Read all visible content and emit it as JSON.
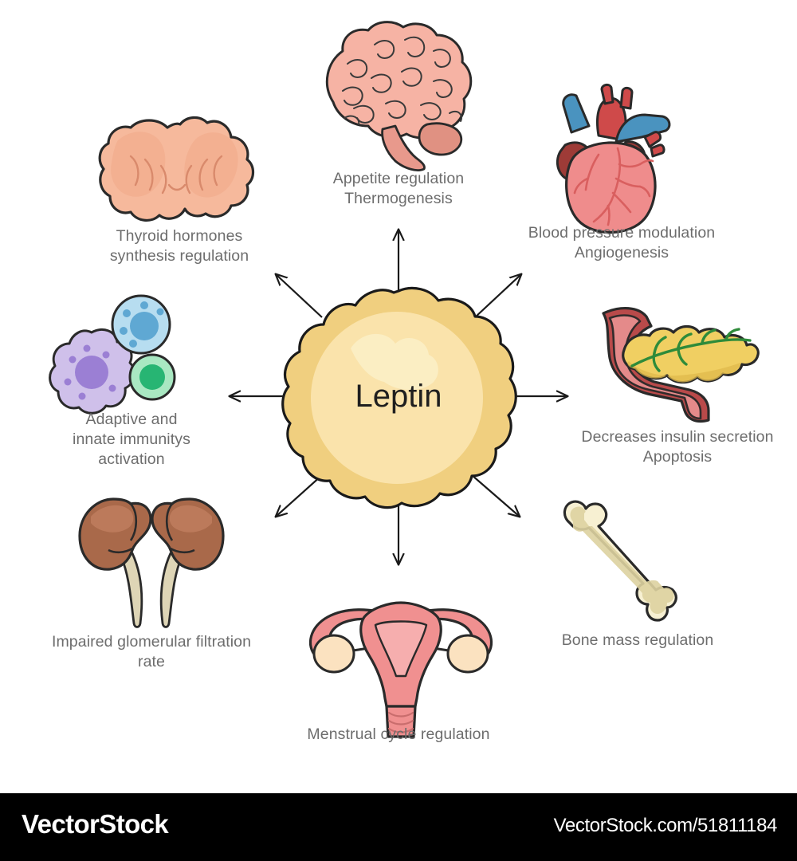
{
  "diagram": {
    "title": "Leptin",
    "center": {
      "label": "Leptin",
      "icon": "adipocyte-fat-cell-icon",
      "fill": "#f5d98a",
      "inner_fill": "#fae3ab",
      "highlight_fill": "#fbeec4",
      "stroke": "#1a1a1a"
    },
    "arrow_color": "#1a1a1a",
    "label_color": "#6d6d6d",
    "background": "#ffffff",
    "nodes": [
      {
        "id": "brain",
        "icon": "brain-icon",
        "direction": "north",
        "label": "Appetite regulation\nThermogenesis",
        "lines": [
          "Appetite regulation",
          "Thermogenesis"
        ],
        "colors": {
          "main": "#f6b3a4",
          "shade": "#e8998c",
          "stroke": "#2a2a2a"
        }
      },
      {
        "id": "heart",
        "icon": "heart-icon",
        "direction": "northeast",
        "label": "Blood pressure modulation\nAngiogenesis",
        "lines": [
          "Blood pressure modulation",
          "Angiogenesis"
        ],
        "colors": {
          "main": "#ef8c8c",
          "artery": "#cf4a4a",
          "vein": "#4a93bf",
          "atrium": "#9e3b37",
          "stroke": "#2a2a2a"
        }
      },
      {
        "id": "pancreas",
        "icon": "pancreas-icon",
        "direction": "east",
        "label": "Decreases insulin secretion\nApoptosis",
        "lines": [
          "Decreases insulin secretion",
          "Apoptosis"
        ],
        "colors": {
          "main": "#f0cf62",
          "shade": "#e0b94c",
          "duodenum": "#b94a4a",
          "duodenum_inner": "#e78e8e",
          "duct": "#2e8b3a",
          "stroke": "#2a2a2a"
        }
      },
      {
        "id": "bone",
        "icon": "bone-icon",
        "direction": "southeast",
        "label": "Bone mass regulation",
        "lines": [
          "Bone mass regulation"
        ],
        "colors": {
          "main": "#f7f0d2",
          "shade": "#ddd2a0",
          "stroke": "#2a2a2a"
        }
      },
      {
        "id": "uterus",
        "icon": "uterus-icon",
        "direction": "south",
        "label": "Menstrual cycle regulation",
        "lines": [
          "Menstrual cycle regulation"
        ],
        "colors": {
          "main": "#f09090",
          "shade": "#e07878",
          "ovary": "#fbe2c0",
          "stroke": "#2a2a2a"
        }
      },
      {
        "id": "kidneys",
        "icon": "kidneys-icon",
        "direction": "southwest",
        "label": "Impaired glomerular filtration\nrate",
        "lines": [
          "Impaired glomerular filtration",
          "rate"
        ],
        "colors": {
          "main": "#a9694a",
          "shade": "#8e5237",
          "ureter": "#ded5b6",
          "stroke": "#2a2a2a"
        }
      },
      {
        "id": "immune-cells",
        "icon": "immune-cells-icon",
        "direction": "west",
        "label": "Adaptive and\ninnate immunitys\nactivation",
        "lines": [
          "Adaptive and",
          "innate immunitys",
          "activation"
        ],
        "colors": {
          "lymphocyte": "#cfc0ea",
          "lymphocyte_nucleus": "#9b7fd4",
          "monocyte": "#b7ddf0",
          "monocyte_nucleus": "#5fa8d3",
          "granulocyte": "#a9e8c2",
          "granulocyte_nucleus": "#27b573",
          "stroke": "#2a2a2a"
        }
      },
      {
        "id": "thyroid",
        "icon": "thyroid-icon",
        "direction": "northwest",
        "label": "Thyroid hormones\nsynthesis regulation",
        "lines": [
          "Thyroid hormones",
          "synthesis regulation"
        ],
        "colors": {
          "main": "#f6b99c",
          "shade": "#e8a183",
          "stroke": "#2a2a2a"
        }
      }
    ]
  },
  "footer": {
    "brand": "VectorStock",
    "url": "VectorStock.com/51811184",
    "background": "#000000",
    "text_color": "#ffffff"
  }
}
